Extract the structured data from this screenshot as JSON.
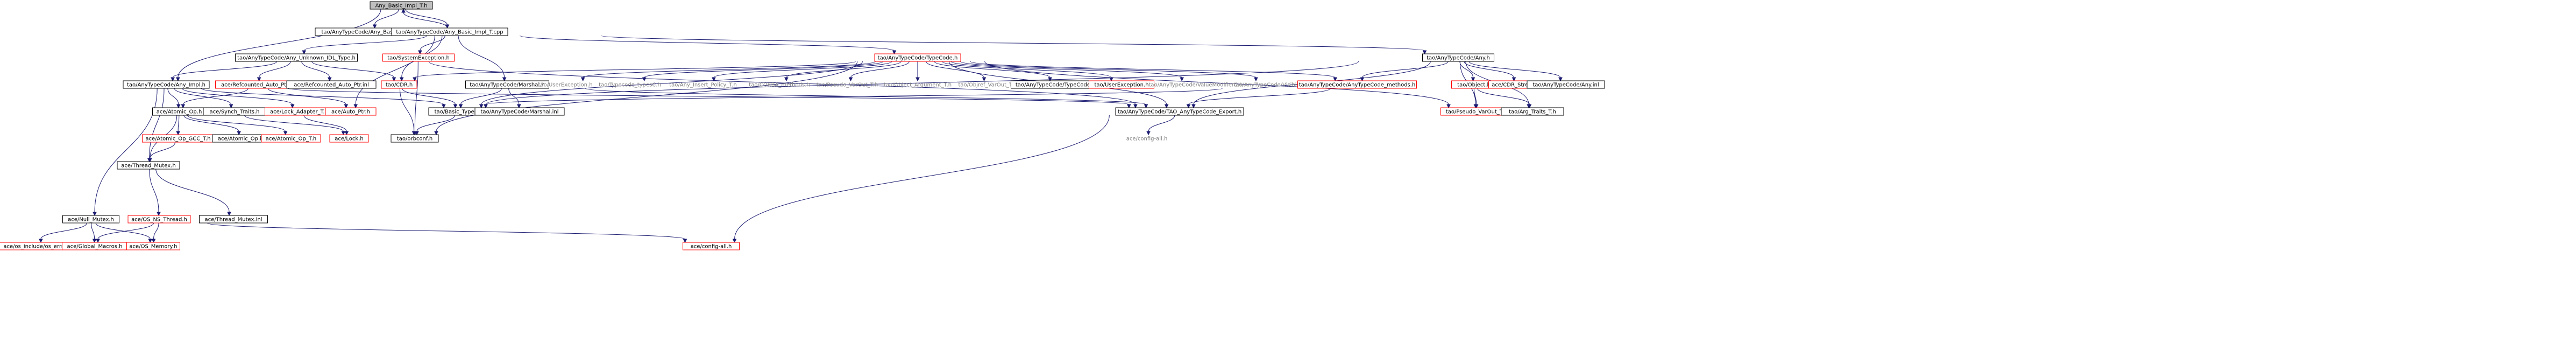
{
  "graph": {
    "colors": {
      "edge": "#191970",
      "root_fill": "#bfbfbf",
      "node_border": "#000000",
      "incomplete_border": "#ff0000",
      "external_text": "#7f7f7f",
      "background": "#ffffff"
    },
    "nodes": [
      {
        "id": "any_basic_impl_t_h",
        "label": "Any_Basic_Impl_T.h",
        "kind": "root"
      },
      {
        "id": "any_basic_impl_t_inl",
        "label": "tao/AnyTypeCode/Any_Basic_Impl_T.inl",
        "kind": "normal"
      },
      {
        "id": "any_basic_impl_t_cpp",
        "label": "tao/AnyTypeCode/Any_Basic_Impl_T.cpp",
        "kind": "normal"
      },
      {
        "id": "any_unknown_idl_type_h",
        "label": "tao/AnyTypeCode/Any_Unknown_IDL_Type.h",
        "kind": "normal"
      },
      {
        "id": "system_exception_h",
        "label": "tao/SystemException.h",
        "kind": "incomplete"
      },
      {
        "id": "typecode_h",
        "label": "tao/AnyTypeCode/TypeCode.h",
        "kind": "incomplete"
      },
      {
        "id": "any_h",
        "label": "tao/AnyTypeCode/Any.h",
        "kind": "normal"
      },
      {
        "id": "any_impl_h",
        "label": "tao/AnyTypeCode/Any_Impl.h",
        "kind": "normal"
      },
      {
        "id": "refcounted_auto_ptr_h",
        "label": "ace/Refcounted_Auto_Ptr.h",
        "kind": "incomplete"
      },
      {
        "id": "refcounted_auto_ptr_inl",
        "label": "ace/Refcounted_Auto_Ptr.inl",
        "kind": "normal"
      },
      {
        "id": "cdr_h",
        "label": "tao/CDR.h",
        "kind": "incomplete"
      },
      {
        "id": "marshal_h",
        "label": "tao/AnyTypeCode/Marshal.h",
        "kind": "normal"
      },
      {
        "id": "user_exception_h",
        "label": "tao/UserException.h",
        "kind": "plain"
      },
      {
        "id": "typecode_types_h",
        "label": "tao/Typecode_typesC.h",
        "kind": "plain"
      },
      {
        "id": "any_insert_policy_t_h",
        "label": "tao/Any_Insert_Policy_T.h",
        "kind": "plain"
      },
      {
        "id": "corba_methods_h",
        "label": "tao/CORBA_methods.h",
        "kind": "plain"
      },
      {
        "id": "pseudo_varout_t_h_plain",
        "label": "tao/Pseudo_VarOut_T.h",
        "kind": "plain"
      },
      {
        "id": "object_argument_t_h",
        "label": "tao/Object_Argument_T.h",
        "kind": "plain"
      },
      {
        "id": "objref_varout_t_h",
        "label": "tao/Objref_VarOut_T.h",
        "kind": "plain"
      },
      {
        "id": "typecode_inl",
        "label": "tao/AnyTypeCode/TypeCode.inl",
        "kind": "normal"
      },
      {
        "id": "user_exception_h_red",
        "label": "tao/UserException.h",
        "kind": "incomplete"
      },
      {
        "id": "value_modifier_c_h",
        "label": "tao/AnyTypeCode/ValueModifierC.h",
        "kind": "plain"
      },
      {
        "id": "visibility_c_h",
        "label": "tao/AnyTypeCode/VisibilityC.h",
        "kind": "plain"
      },
      {
        "id": "anytypecode_methods_h",
        "label": "tao/AnyTypeCode/AnyTypeCode_methods.h",
        "kind": "incomplete"
      },
      {
        "id": "object_h",
        "label": "tao/Object.h",
        "kind": "incomplete"
      },
      {
        "id": "cdr_stream_h",
        "label": "ace/CDR_Stream.h",
        "kind": "incomplete"
      },
      {
        "id": "any_inl",
        "label": "tao/AnyTypeCode/Any.inl",
        "kind": "normal"
      },
      {
        "id": "atomic_op_h",
        "label": "ace/Atomic_Op.h",
        "kind": "normal"
      },
      {
        "id": "synch_traits_h",
        "label": "ace/Synch_Traits.h",
        "kind": "normal"
      },
      {
        "id": "lock_adapter_t_h",
        "label": "ace/Lock_Adapter_T.h",
        "kind": "incomplete"
      },
      {
        "id": "auto_ptr_h",
        "label": "ace/Auto_Ptr.h",
        "kind": "incomplete"
      },
      {
        "id": "basic_types_h",
        "label": "tao/Basic_Types.h",
        "kind": "normal"
      },
      {
        "id": "marshal_inl",
        "label": "tao/AnyTypeCode/Marshal.inl",
        "kind": "normal"
      },
      {
        "id": "tao_anytypecode_export_h",
        "label": "tao/AnyTypeCode/TAO_AnyTypeCode_Export.h",
        "kind": "normal"
      },
      {
        "id": "pseudo_varout_t_h",
        "label": "tao/Pseudo_VarOut_T.h",
        "kind": "incomplete"
      },
      {
        "id": "arg_traits_t_h",
        "label": "tao/Arg_Traits_T.h",
        "kind": "normal"
      },
      {
        "id": "atomic_op_gcc_t_h",
        "label": "ace/Atomic_Op_GCC_T.h",
        "kind": "incomplete"
      },
      {
        "id": "atomic_op_inl",
        "label": "ace/Atomic_Op.inl",
        "kind": "normal"
      },
      {
        "id": "atomic_op_t_h",
        "label": "ace/Atomic_Op_T.h",
        "kind": "incomplete"
      },
      {
        "id": "lock_h",
        "label": "ace/Lock.h",
        "kind": "incomplete"
      },
      {
        "id": "orbconf_h",
        "label": "tao/orbconf.h",
        "kind": "normal"
      },
      {
        "id": "config_all_h_plain",
        "label": "ace/config-all.h",
        "kind": "plain"
      },
      {
        "id": "thread_mutex_h",
        "label": "ace/Thread_Mutex.h",
        "kind": "normal"
      },
      {
        "id": "null_mutex_h",
        "label": "ace/Null_Mutex.h",
        "kind": "normal"
      },
      {
        "id": "os_ns_thread_h",
        "label": "ace/OS_NS_Thread.h",
        "kind": "incomplete"
      },
      {
        "id": "thread_mutex_inl",
        "label": "ace/Thread_Mutex.inl",
        "kind": "normal"
      },
      {
        "id": "os_include_errno_h",
        "label": "ace/os_include/os_errno.h",
        "kind": "incomplete"
      },
      {
        "id": "global_macros_h",
        "label": "ace/Global_Macros.h",
        "kind": "incomplete"
      },
      {
        "id": "os_memory_h",
        "label": "ace/OS_Memory.h",
        "kind": "incomplete"
      },
      {
        "id": "config_all_h",
        "label": "ace/config-all.h",
        "kind": "incomplete"
      }
    ],
    "edges": [
      [
        "any_basic_impl_t_h",
        "any_basic_impl_t_inl"
      ],
      [
        "any_basic_impl_t_h",
        "any_basic_impl_t_cpp"
      ],
      [
        "any_basic_impl_t_h",
        "any_impl_h"
      ],
      [
        "any_basic_impl_t_cpp",
        "any_basic_impl_t_h"
      ],
      [
        "any_basic_impl_t_cpp",
        "any_unknown_idl_type_h"
      ],
      [
        "any_basic_impl_t_cpp",
        "system_exception_h"
      ],
      [
        "any_basic_impl_t_cpp",
        "typecode_h"
      ],
      [
        "any_basic_impl_t_cpp",
        "any_h"
      ],
      [
        "any_basic_impl_t_cpp",
        "cdr_h"
      ],
      [
        "any_basic_impl_t_cpp",
        "marshal_h"
      ],
      [
        "any_basic_impl_t_cpp",
        "auto_ptr_h"
      ],
      [
        "any_unknown_idl_type_h",
        "any_impl_h"
      ],
      [
        "any_unknown_idl_type_h",
        "refcounted_auto_ptr_h"
      ],
      [
        "any_unknown_idl_type_h",
        "refcounted_auto_ptr_inl"
      ],
      [
        "any_unknown_idl_type_h",
        "cdr_h"
      ],
      [
        "any_unknown_idl_type_h",
        "tao_anytypecode_export_h"
      ],
      [
        "system_exception_h",
        "orbconf_h"
      ],
      [
        "typecode_h",
        "user_exception_h"
      ],
      [
        "typecode_h",
        "typecode_types_h"
      ],
      [
        "typecode_h",
        "any_insert_policy_t_h"
      ],
      [
        "typecode_h",
        "corba_methods_h"
      ],
      [
        "typecode_h",
        "pseudo_varout_t_h_plain"
      ],
      [
        "typecode_h",
        "object_argument_t_h"
      ],
      [
        "typecode_h",
        "objref_varout_t_h"
      ],
      [
        "typecode_h",
        "typecode_inl"
      ],
      [
        "typecode_h",
        "user_exception_h_red"
      ],
      [
        "typecode_h",
        "value_modifier_c_h"
      ],
      [
        "typecode_h",
        "visibility_c_h"
      ],
      [
        "typecode_h",
        "anytypecode_methods_h"
      ],
      [
        "typecode_h",
        "tao_anytypecode_export_h"
      ],
      [
        "typecode_h",
        "basic_types_h"
      ],
      [
        "typecode_h",
        "cdr_h"
      ],
      [
        "typecode_h",
        "orbconf_h"
      ],
      [
        "typecode_h",
        "pseudo_varout_t_h"
      ],
      [
        "any_h",
        "anytypecode_methods_h"
      ],
      [
        "any_h",
        "object_h"
      ],
      [
        "any_h",
        "cdr_stream_h"
      ],
      [
        "any_h",
        "any_inl"
      ],
      [
        "any_h",
        "pseudo_varout_t_h"
      ],
      [
        "any_h",
        "arg_traits_t_h"
      ],
      [
        "any_h",
        "tao_anytypecode_export_h"
      ],
      [
        "any_h",
        "basic_types_h"
      ],
      [
        "any_impl_h",
        "atomic_op_h"
      ],
      [
        "any_impl_h",
        "synch_traits_h"
      ],
      [
        "any_impl_h",
        "lock_adapter_t_h"
      ],
      [
        "any_impl_h",
        "basic_types_h"
      ],
      [
        "any_impl_h",
        "tao_anytypecode_export_h"
      ],
      [
        "any_impl_h",
        "thread_mutex_h"
      ],
      [
        "any_impl_h",
        "null_mutex_h"
      ],
      [
        "refcounted_auto_ptr_h",
        "auto_ptr_h"
      ],
      [
        "refcounted_auto_ptr_h",
        "atomic_op_h"
      ],
      [
        "cdr_h",
        "basic_types_h"
      ],
      [
        "cdr_h",
        "orbconf_h"
      ],
      [
        "marshal_h",
        "basic_types_h"
      ],
      [
        "marshal_h",
        "marshal_inl"
      ],
      [
        "marshal_h",
        "tao_anytypecode_export_h"
      ],
      [
        "anytypecode_methods_h",
        "tao_anytypecode_export_h"
      ],
      [
        "anytypecode_methods_h",
        "basic_types_h"
      ],
      [
        "object_h",
        "pseudo_varout_t_h"
      ],
      [
        "object_h",
        "arg_traits_t_h"
      ],
      [
        "atomic_op_h",
        "atomic_op_gcc_t_h"
      ],
      [
        "atomic_op_h",
        "atomic_op_inl"
      ],
      [
        "atomic_op_h",
        "atomic_op_t_h"
      ],
      [
        "atomic_op_h",
        "thread_mutex_h"
      ],
      [
        "synch_traits_h",
        "lock_h"
      ],
      [
        "lock_adapter_t_h",
        "lock_h"
      ],
      [
        "basic_types_h",
        "orbconf_h"
      ],
      [
        "tao_anytypecode_export_h",
        "config_all_h_plain"
      ],
      [
        "tao_anytypecode_export_h",
        "config_all_h"
      ],
      [
        "atomic_op_gcc_t_h",
        "thread_mutex_h"
      ],
      [
        "thread_mutex_h",
        "os_ns_thread_h"
      ],
      [
        "thread_mutex_h",
        "thread_mutex_inl"
      ],
      [
        "null_mutex_h",
        "os_include_errno_h"
      ],
      [
        "null_mutex_h",
        "global_macros_h"
      ],
      [
        "null_mutex_h",
        "os_memory_h"
      ],
      [
        "os_ns_thread_h",
        "global_macros_h"
      ],
      [
        "os_ns_thread_h",
        "os_memory_h"
      ],
      [
        "os_ns_thread_h",
        "config_all_h"
      ]
    ]
  }
}
